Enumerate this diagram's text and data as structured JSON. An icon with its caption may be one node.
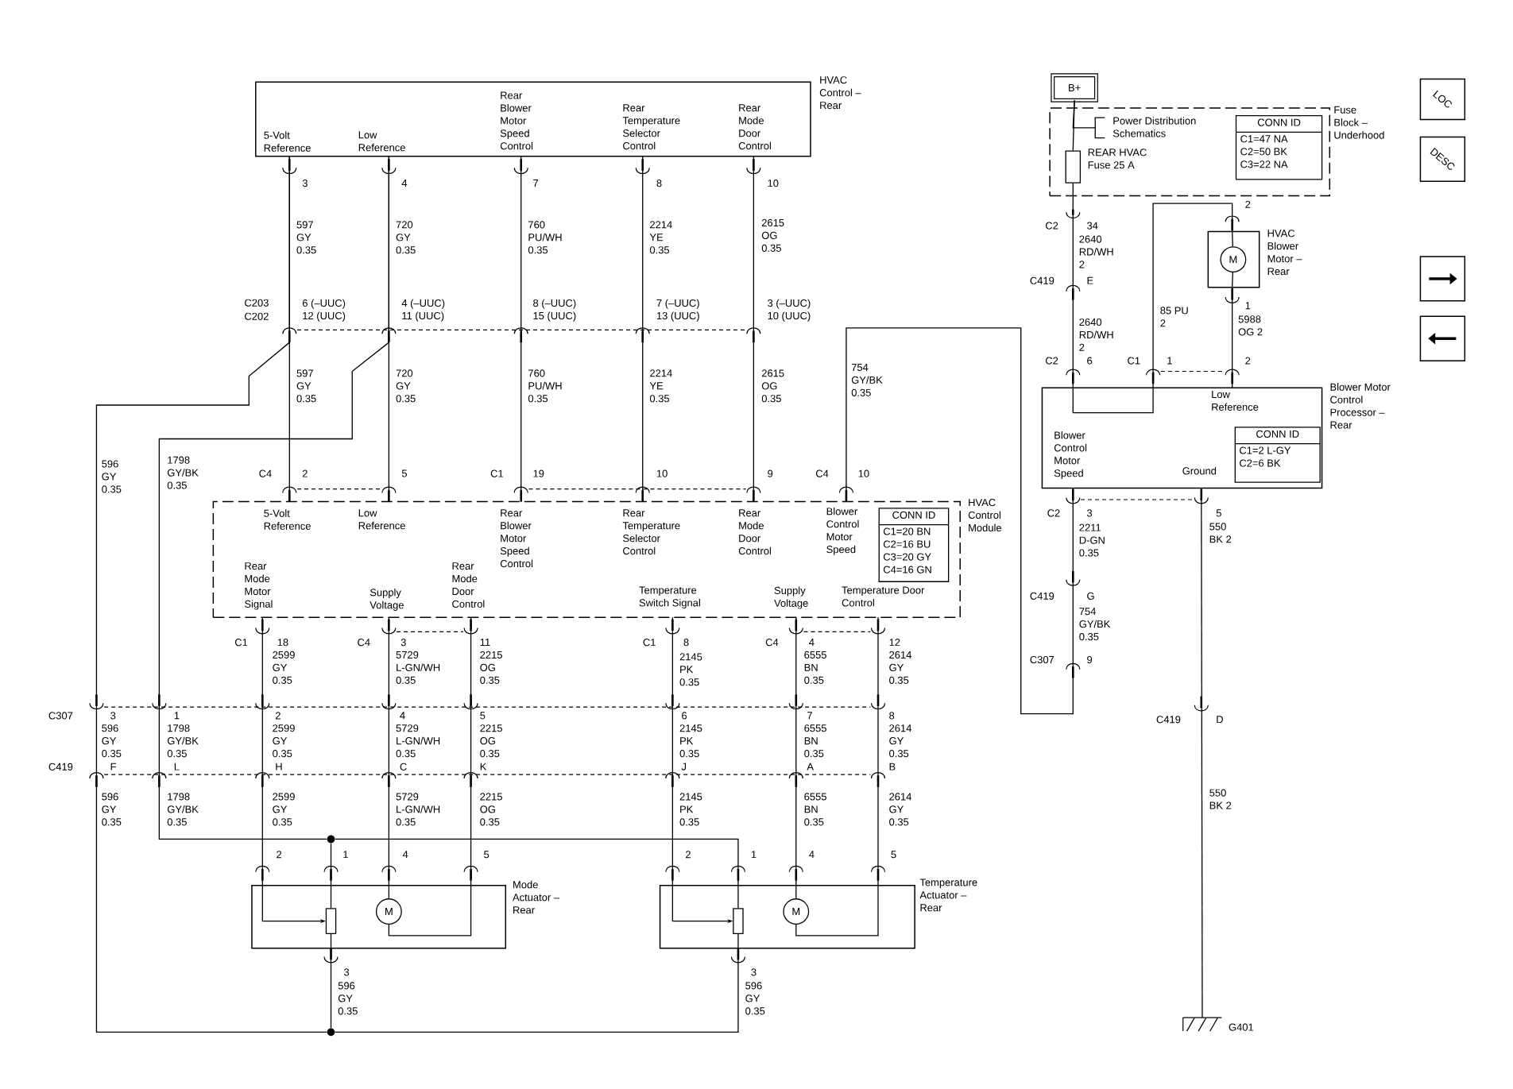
{
  "diagram": {
    "nodes": [
      {
        "text": [
          "5-Volt Reference",
          "Low Reference",
          "Rear Blower Motor Speed Control",
          "Rear Temperature Selector Control",
          "Rear Mode Door Control",
          "HVAC Control – Rear"
        ]
      },
      {
        "text": [
          "5-Volt Reference",
          "Low Reference",
          "Rear Blower Motor Speed Control",
          "Rear Temperature Selector Control",
          "Rear Mode Door Control",
          "Blower Control Motor Speed",
          "Rear Mode Motor Signal",
          "Supply Voltage",
          "Rear Mode Door Control",
          "Temperature Switch Signal",
          "Supply Voltage",
          "Temperature Door Control",
          "HVAC Control Module"
        ]
      },
      {
        "text": [
          "CONN ID",
          "C1=20 BN",
          "C2=16 BU",
          "C3=20 GY",
          "C4=16 GN"
        ],
        "in": 1
      },
      {
        "text": [
          "B+"
        ]
      },
      {
        "text": [
          "Fuse Block – Underhood"
        ]
      },
      {
        "text": [],
        "shape": "box",
        "beside": [
          "REAR HVAC Fuse 25 A"
        ],
        "in": 4
      },
      {
        "text": [
          "CONN ID",
          "C1=47 NA",
          "C2=50 BK",
          "C3=22 NA"
        ],
        "in": 4
      },
      {
        "text": [
          "HVAC Blower Motor – Rear"
        ]
      },
      {
        "text": [
          "M"
        ],
        "in": 7
      },
      {
        "text": [
          "Low Reference",
          "Blower Control Motor Speed",
          "Ground",
          "Blower Motor Control Processor – Rear"
        ]
      },
      {
        "text": [
          "CONN ID",
          "C1=2 L-GY",
          "C2=6 BK"
        ],
        "in": 9
      },
      {
        "text": [
          "Mode Actuator – Rear"
        ]
      },
      {
        "text": [],
        "shape": "box",
        "in": 11
      },
      {
        "text": [
          "M"
        ],
        "in": 11
      },
      {
        "text": [
          "Temperature Actuator – Rear"
        ]
      },
      {
        "text": [],
        "shape": "box",
        "in": 14
      },
      {
        "text": [
          "M"
        ],
        "in": 14
      },
      {
        "text": [
          "G401"
        ]
      },
      {
        "text": [],
        "shape": "dot"
      },
      {
        "text": [],
        "shape": "dot"
      },
      {
        "text": [
          "LOC"
        ]
      },
      {
        "text": [
          "DESC"
        ]
      },
      {
        "text": [
          "Power Distribution Schematics"
        ],
        "in": 4
      },
      {
        "text": [],
        "shape": "box"
      },
      {
        "text": [],
        "shape": "box"
      }
    ],
    "edges": [
      {
        "from": 0,
        "to": 1,
        "arrow": "none",
        "label": "597 GY 0.35"
      },
      {
        "from": 0,
        "to": 1,
        "arrow": "none",
        "label": "720 GY 0.35"
      },
      {
        "from": 0,
        "to": 1,
        "arrow": "none",
        "label": "760 PU/WH 0.35"
      },
      {
        "from": 0,
        "to": 1,
        "arrow": "none",
        "label": "2214 YE 0.35"
      },
      {
        "from": 0,
        "to": 1,
        "arrow": "none",
        "label": "2615 OG 0.35"
      },
      {
        "from": 0,
        "to": 19,
        "arrow": "none",
        "label": "596 GY 0.35"
      },
      {
        "from": 0,
        "to": 18,
        "arrow": "none",
        "label": "1798 GY/BK 0.35"
      },
      {
        "from": 19,
        "to": 11,
        "arrow": "none",
        "label": "596 GY 0.35"
      },
      {
        "from": 19,
        "to": 14,
        "arrow": "none",
        "label": "596 GY 0.35"
      },
      {
        "from": 18,
        "to": 11,
        "arrow": "none"
      },
      {
        "from": 18,
        "to": 14,
        "arrow": "none"
      },
      {
        "from": 1,
        "to": 9,
        "arrow": "none",
        "label": "754 GY/BK 0.35"
      },
      {
        "from": 1,
        "to": 11,
        "arrow": "none",
        "label": "2599 GY 0.35"
      },
      {
        "from": 1,
        "to": 11,
        "arrow": "none",
        "label": "5729 L-GN/WH 0.35"
      },
      {
        "from": 1,
        "to": 11,
        "arrow": "none",
        "label": "2215 OG 0.35"
      },
      {
        "from": 1,
        "to": 14,
        "arrow": "none",
        "label": "2145 PK 0.35"
      },
      {
        "from": 1,
        "to": 14,
        "arrow": "none",
        "label": "6555 BN 0.35"
      },
      {
        "from": 1,
        "to": 14,
        "arrow": "none",
        "label": "2614 GY 0.35"
      },
      {
        "from": 3,
        "to": 5,
        "arrow": "none"
      },
      {
        "from": 5,
        "to": 9,
        "arrow": "none",
        "label": "2640 RD/WH 2"
      },
      {
        "from": 9,
        "to": 7,
        "arrow": "none",
        "label": "85 PU 2"
      },
      {
        "from": 7,
        "to": 9,
        "arrow": "none",
        "label": "5988 OG 2"
      },
      {
        "from": 9,
        "to": 17,
        "arrow": "none",
        "label": "550 BK 2"
      },
      {
        "from": 11,
        "to": 12,
        "arrow": "to"
      },
      {
        "from": 11,
        "to": 12,
        "arrow": "none"
      },
      {
        "from": 12,
        "to": 11,
        "arrow": "none"
      },
      {
        "from": 11,
        "to": 13,
        "arrow": "none"
      },
      {
        "from": 13,
        "to": 11,
        "arrow": "none"
      },
      {
        "from": 14,
        "to": 15,
        "arrow": "to"
      },
      {
        "from": 14,
        "to": 15,
        "arrow": "none"
      },
      {
        "from": 15,
        "to": 14,
        "arrow": "none"
      },
      {
        "from": 14,
        "to": 16,
        "arrow": "none"
      },
      {
        "from": 16,
        "to": 14,
        "arrow": "none"
      },
      {
        "from": 7,
        "to": 8,
        "arrow": "none"
      },
      {
        "from": 8,
        "to": 7,
        "arrow": "none"
      },
      {
        "from": 3,
        "to": 22,
        "arrow": "none"
      }
    ],
    "labels": [
      "3",
      "4",
      "7",
      "8",
      "10",
      "C203",
      "C202",
      "6 (–UUC) 12 (UUC)",
      "4 (–UUC) 11 (UUC)",
      "8 (–UUC) 15 (UUC)",
      "7 (–UUC) 13 (UUC)",
      "3 (–UUC) 10 (UUC)",
      "597 GY 0.35",
      "720 GY 0.35",
      "760 PU/WH 0.35",
      "2214 YE 0.35",
      "2615 OG 0.35",
      "C4",
      "2",
      "5",
      "C1",
      "19",
      "10",
      "9",
      "C4",
      "10",
      "C1",
      "18",
      "C4",
      "3",
      "11",
      "C1",
      "8",
      "C4",
      "4",
      "12",
      "C307",
      "3",
      "1",
      "2",
      "4",
      "5",
      "6",
      "7",
      "8",
      "596 GY 0.35",
      "1798 GY/BK 0.35",
      "2599 GY 0.35",
      "5729 L-GN/WH 0.35",
      "2215 OG 0.35",
      "2145 PK 0.35",
      "6555 BN 0.35",
      "2614 GY 0.35",
      "C419",
      "F",
      "L",
      "H",
      "C",
      "K",
      "J",
      "A",
      "B",
      "596 GY 0.35",
      "1798 GY/BK 0.35",
      "2599 GY 0.35",
      "5729 L-GN/WH 0.35",
      "2215 OG 0.35",
      "2145 PK 0.35",
      "6555 BN 0.35",
      "2614 GY 0.35",
      "2",
      "1",
      "4",
      "5",
      "2",
      "1",
      "4",
      "5",
      "3",
      "3",
      "C2",
      "34",
      "C419",
      "E",
      "2640 RD/WH 2",
      "C2",
      "6",
      "C1",
      "1",
      "2",
      "1",
      "2",
      "C2",
      "3",
      "2211 D-GN 0.35",
      "5",
      "C419",
      "G",
      "754 GY/BK 0.35",
      "C307",
      "9",
      "C419",
      "D",
      "550 BK 2"
    ]
  }
}
